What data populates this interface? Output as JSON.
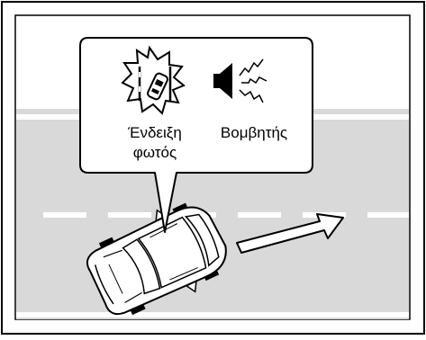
{
  "callout": {
    "warning_light_label_line1": "Ένδειξη",
    "warning_light_label_line2": "φωτός",
    "buzzer_label": "Βομβητής"
  },
  "icons": {
    "warning_light": "lane-departure-warning-icon",
    "buzzer": "speaker-sound-icon",
    "direction": "right-arrow-icon",
    "vehicle": "car-top-view-icon"
  },
  "colors": {
    "road": "#d9d9d9",
    "lane_marking": "#ffffff",
    "border": "#000000"
  }
}
